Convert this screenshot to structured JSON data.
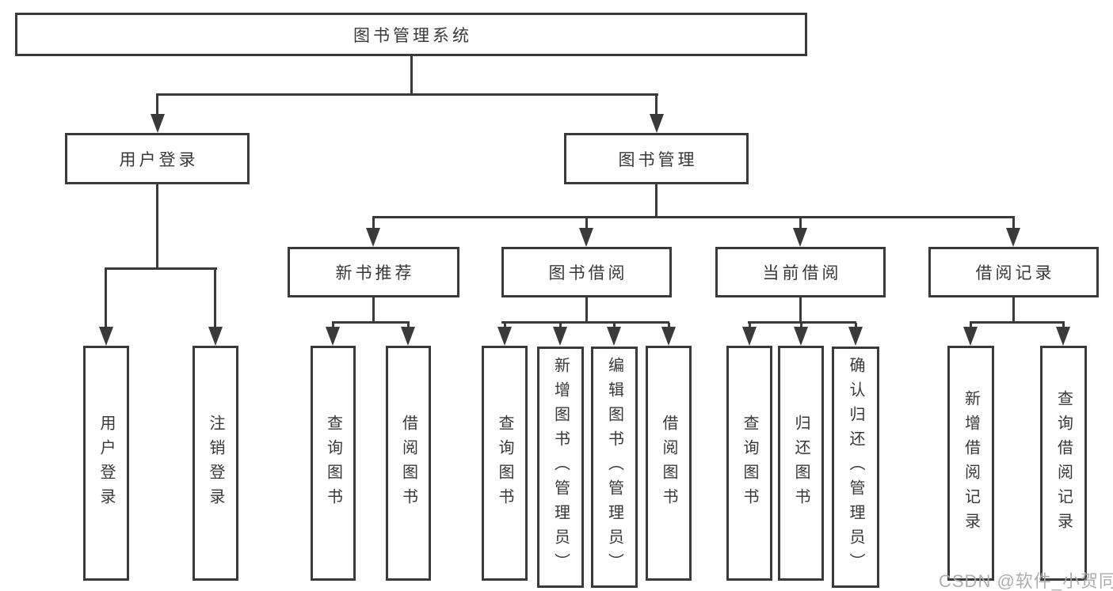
{
  "diagram": {
    "tree": {
      "label": "图书管理系统",
      "children": [
        {
          "label": "用户登录",
          "children": [
            {
              "label": "用户登录"
            },
            {
              "label": "注销登录"
            }
          ]
        },
        {
          "label": "图书管理",
          "children": [
            {
              "label": "新书推荐",
              "children": [
                {
                  "label": "查询图书"
                },
                {
                  "label": "借阅图书"
                }
              ]
            },
            {
              "label": "图书借阅",
              "children": [
                {
                  "label": "查询图书"
                },
                {
                  "label": "新增图书（管理员）"
                },
                {
                  "label": "编辑图书（管理员）"
                },
                {
                  "label": "借阅图书"
                }
              ]
            },
            {
              "label": "当前借阅",
              "children": [
                {
                  "label": "查询图书"
                },
                {
                  "label": "归还图书"
                },
                {
                  "label": "确认归还（管理员）"
                }
              ]
            },
            {
              "label": "借阅记录",
              "children": [
                {
                  "label": "新增借阅记录"
                },
                {
                  "label": "查询借阅记录"
                }
              ]
            }
          ]
        }
      ]
    },
    "watermark": {
      "text": "CSDN @软件_小贺同学"
    },
    "colors": {
      "line": "#3a3a3a",
      "text": "#383838",
      "watermark": "#a8a8a8",
      "box_fill": "#ffffff",
      "background": "#ffffff"
    }
  }
}
